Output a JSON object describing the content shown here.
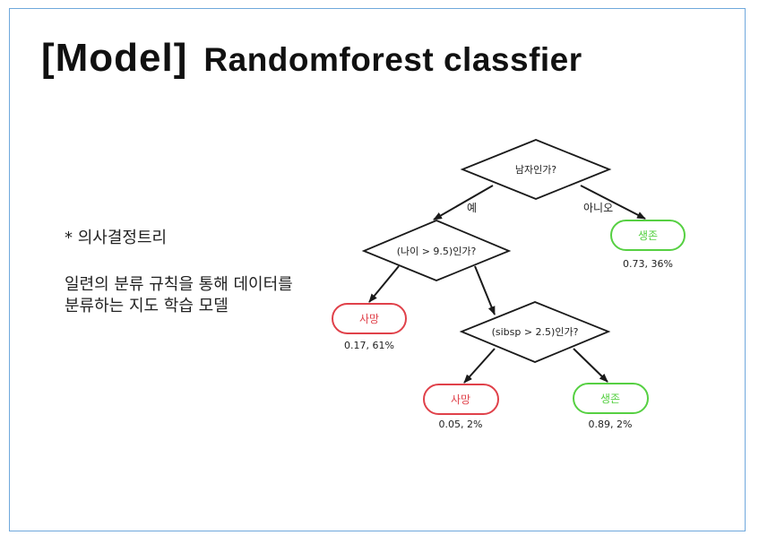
{
  "title": {
    "bracket": "[Model]",
    "main": "Randomforest classfier"
  },
  "note": "* 의사결정트리",
  "description": [
    "일련의 분류 규칙을 통해 데이터를",
    "분류하는 지도 학습 모델"
  ],
  "tree": {
    "decisions": [
      {
        "id": "root",
        "label": "남자인가?"
      },
      {
        "id": "age",
        "label": "(나이 > 9.5)인가?"
      },
      {
        "id": "sibsp",
        "label": "(sibsp > 2.5)인가?"
      }
    ],
    "edge_labels": {
      "yes": "예",
      "no": "아니오"
    },
    "leaves": [
      {
        "id": "leaf-survive-root",
        "label": "생존",
        "stats": "0.73, 36%",
        "outcome": "survive"
      },
      {
        "id": "leaf-death-age",
        "label": "사망",
        "stats": "0.17, 61%",
        "outcome": "death"
      },
      {
        "id": "leaf-death-sibsp",
        "label": "사망",
        "stats": "0.05, 2%",
        "outcome": "death"
      },
      {
        "id": "leaf-survive-sibsp",
        "label": "생존",
        "stats": "0.89, 2%",
        "outcome": "survive"
      }
    ],
    "colors": {
      "death": "#e0414a",
      "survive": "#56d042",
      "line": "#1a1a1a"
    }
  }
}
